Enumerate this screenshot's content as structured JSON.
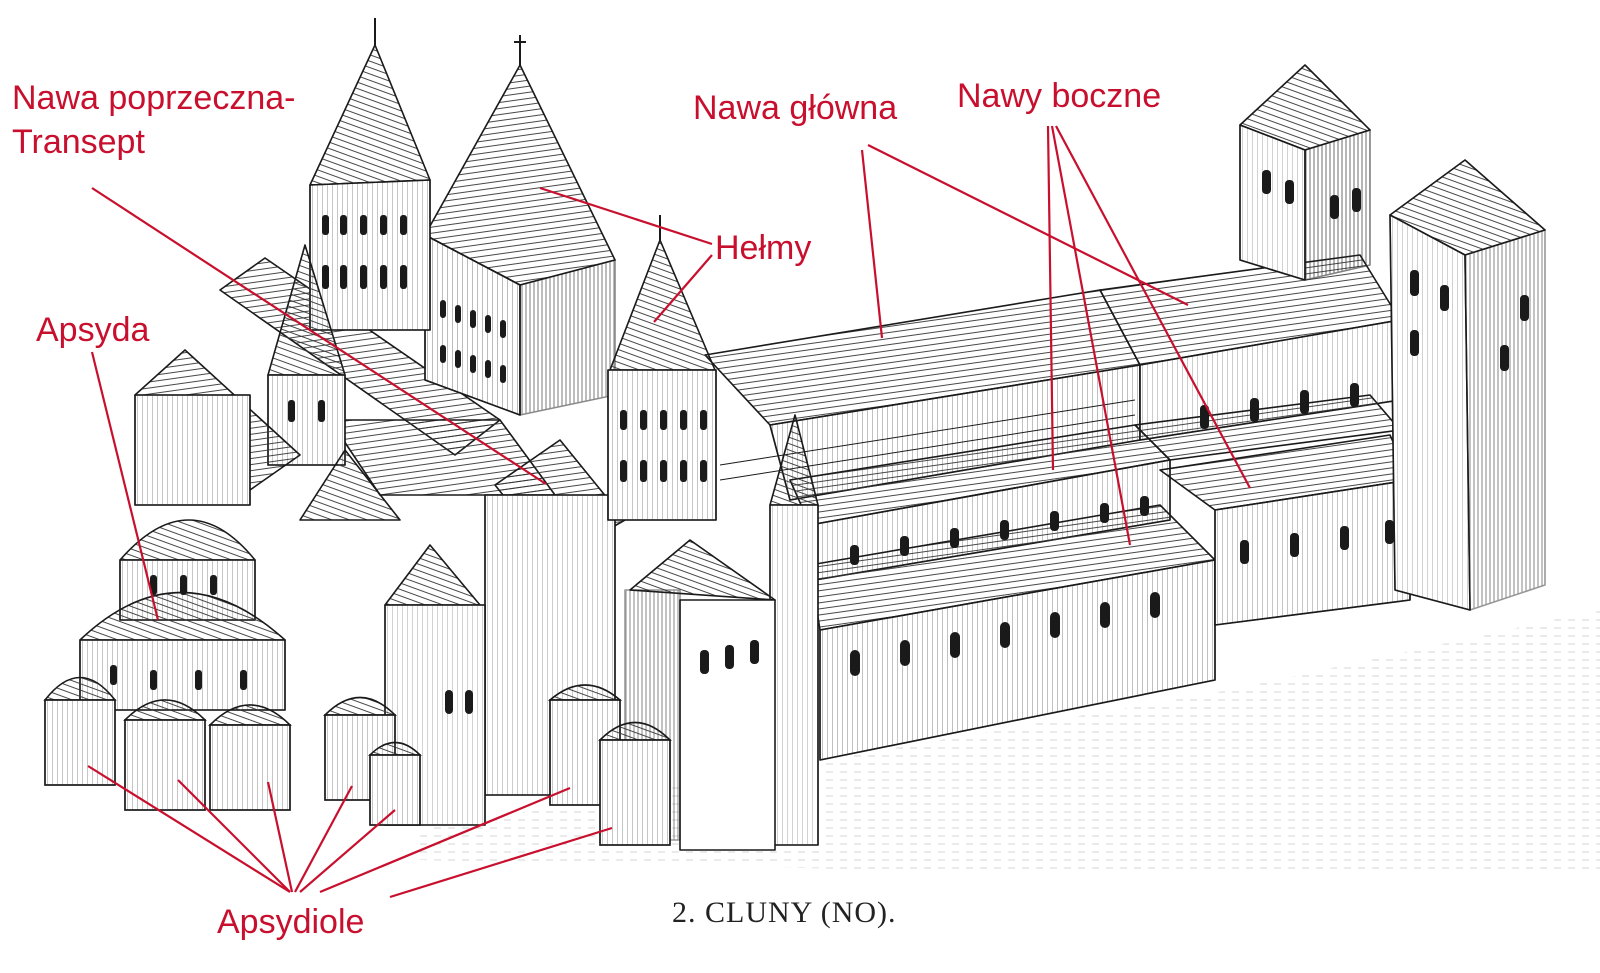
{
  "labels": {
    "transept_line1": "Nawa poprzeczna-",
    "transept_line2": "Transept",
    "apse": "Apsyda",
    "spires": "Hełmy",
    "nave": "Nawa główna",
    "aisles": "Nawy boczne",
    "apsidioles": "Apsydiole"
  },
  "caption": "2. CLUNY (NO).",
  "colors": {
    "label": "#c8102e",
    "leader": "#c8102e",
    "ink": "#1a1a1a",
    "paper": "#ffffff"
  },
  "picture": "engraving-of-cluny-abbey-church"
}
